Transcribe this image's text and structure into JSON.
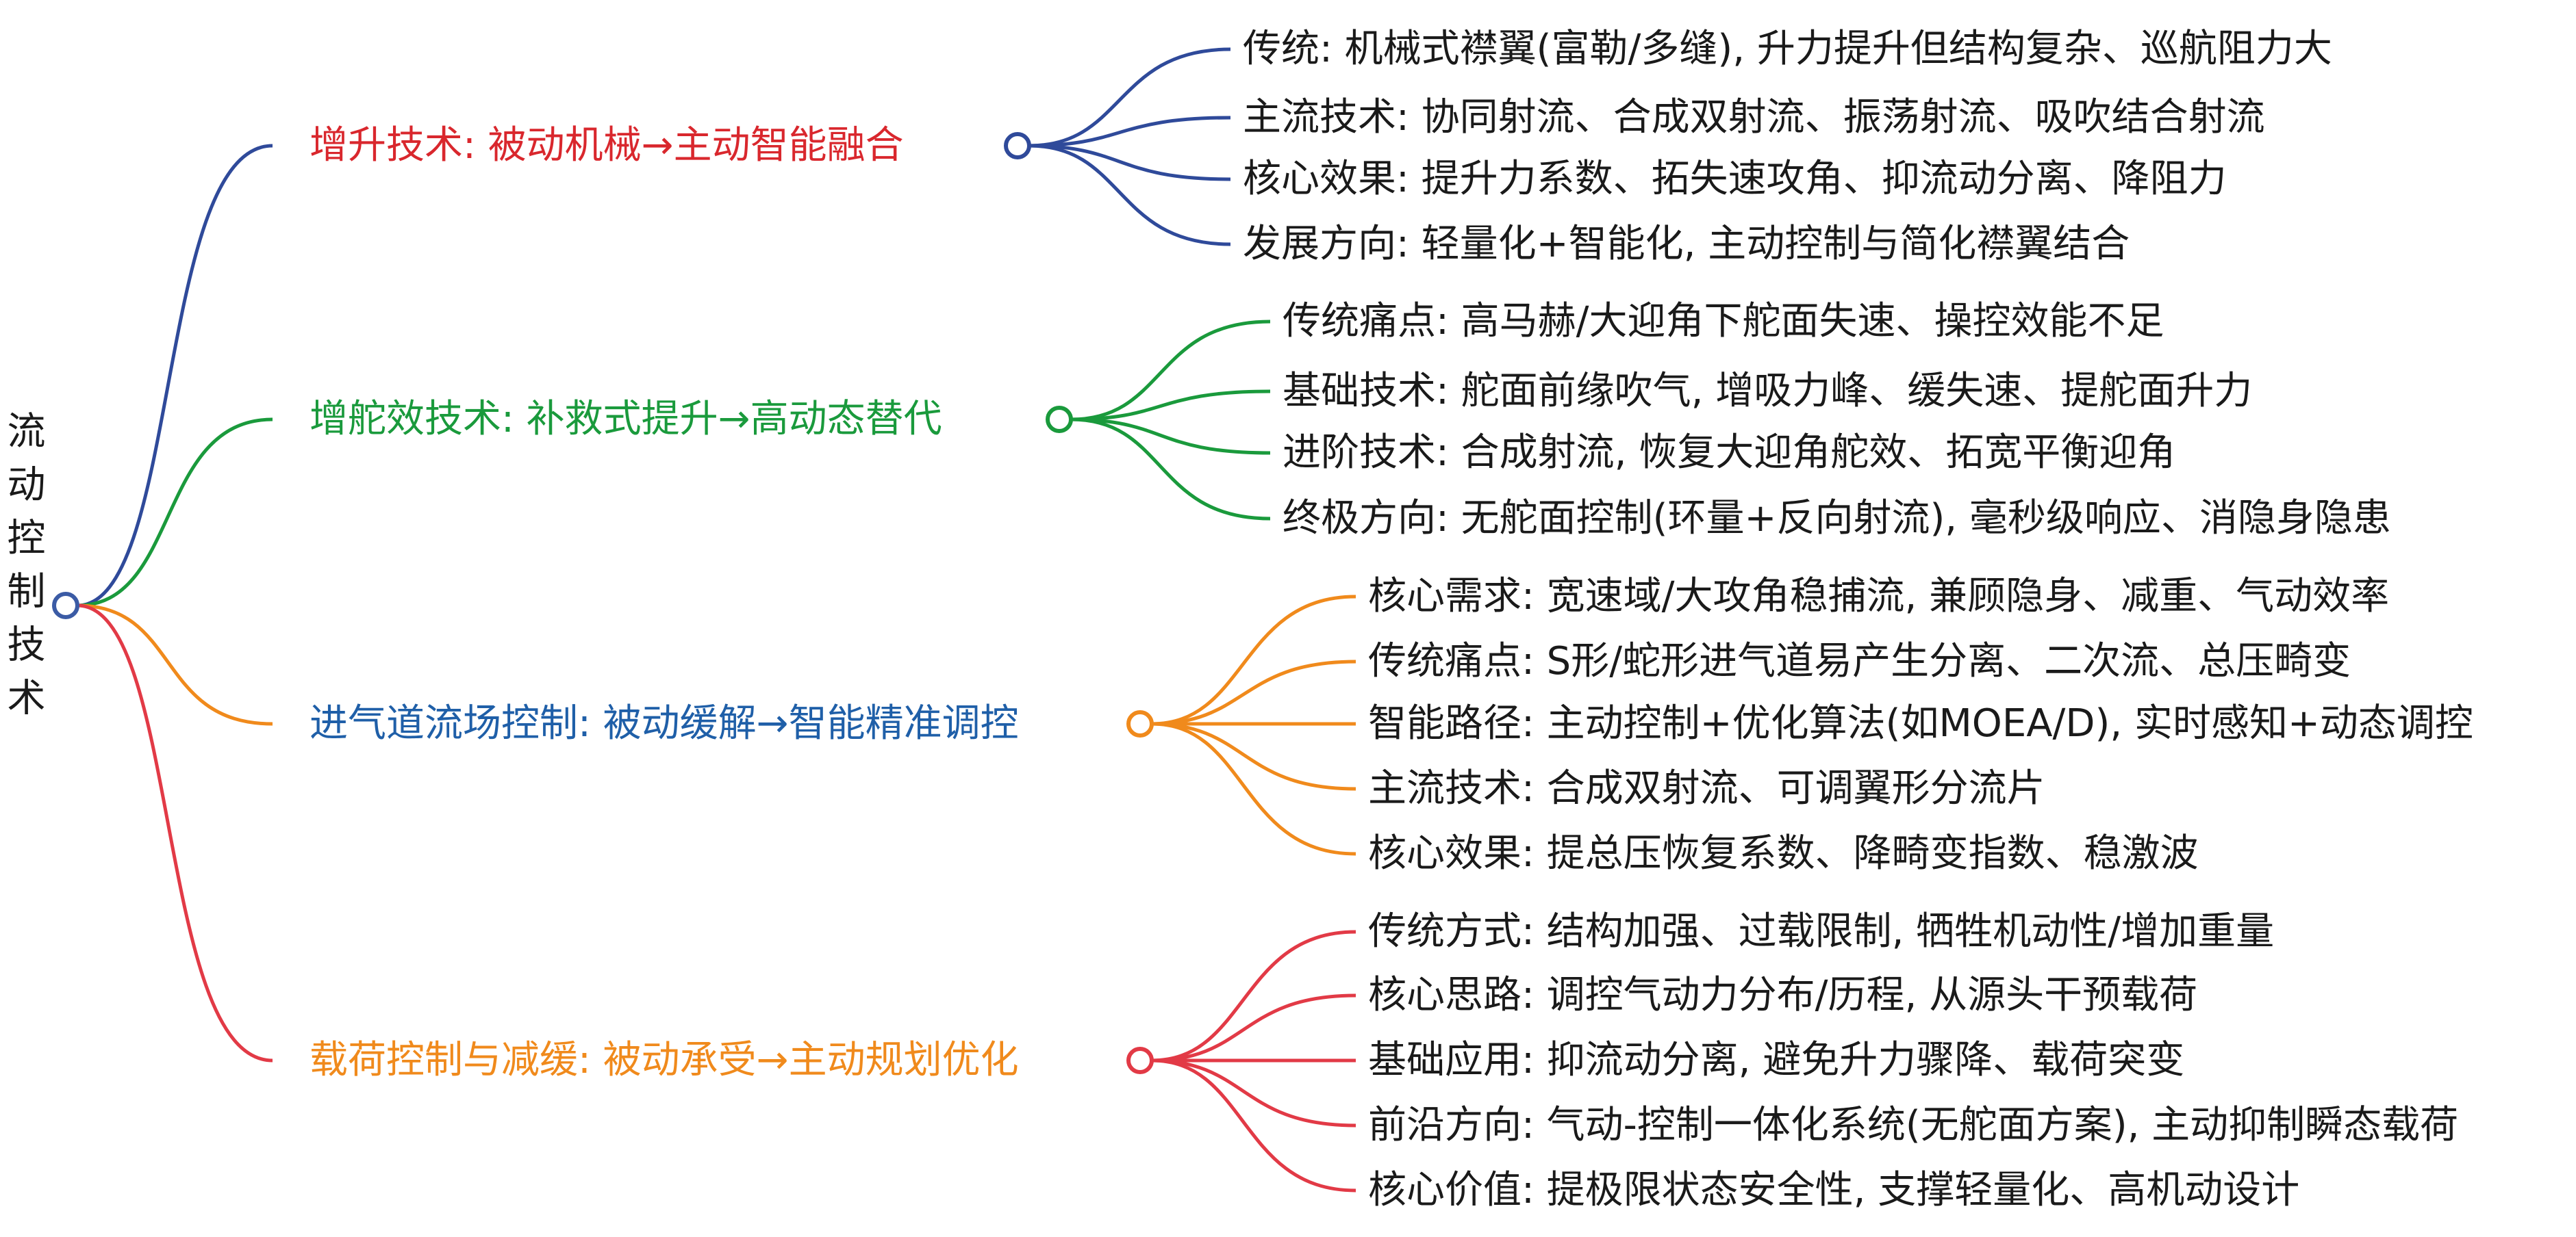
{
  "root": {
    "label": "流动控制技术",
    "color": "#3b5ba5"
  },
  "branches": [
    {
      "label": "增升技术: 被动机械→主动智能融合",
      "text_color": "#d9272d",
      "line_color": "#2f4a9a",
      "items": [
        "传统: 机械式襟翼(富勒/多缝), 升力提升但结构复杂、巡航阻力大",
        "主流技术: 协同射流、合成双射流、振荡射流、吸吹结合射流",
        "核心效果: 提升力系数、拓失速攻角、抑流动分离、降阻力",
        "发展方向: 轻量化+智能化, 主动控制与简化襟翼结合"
      ]
    },
    {
      "label": "增舵效技术: 补救式提升→高动态替代",
      "text_color": "#1a9a3c",
      "line_color": "#1a9a3c",
      "items": [
        "传统痛点: 高马赫/大迎角下舵面失速、操控效能不足",
        "基础技术: 舵面前缘吹气, 增吸力峰、缓失速、提舵面升力",
        "进阶技术: 合成射流, 恢复大迎角舵效、拓宽平衡迎角",
        "终极方向: 无舵面控制(环量+反向射流), 毫秒级响应、消隐身隐患"
      ]
    },
    {
      "label": "进气道流场控制: 被动缓解→智能精准调控",
      "text_color": "#1f5fa8",
      "line_color": "#f08a1c",
      "items": [
        "核心需求: 宽速域/大攻角稳捕流, 兼顾隐身、减重、气动效率",
        "传统痛点: S形/蛇形进气道易产生分离、二次流、总压畸变",
        "智能路径: 主动控制+优化算法(如MOEA/D), 实时感知+动态调控",
        "主流技术: 合成双射流、可调翼形分流片",
        "核心效果: 提总压恢复系数、降畸变指数、稳激波"
      ]
    },
    {
      "label": "载荷控制与减缓: 被动承受→主动规划优化",
      "text_color": "#f08a1c",
      "line_color": "#e23a46",
      "items": [
        "传统方式: 结构加强、过载限制, 牺牲机动性/增加重量",
        "核心思路: 调控气动力分布/历程, 从源头干预载荷",
        "基础应用: 抑流动分离, 避免升力骤降、载荷突变",
        "前沿方向: 气动-控制一体化系统(无舵面方案), 主动抑制瞬态载荷",
        "核心价值: 提极限状态安全性, 支撑轻量化、高机动设计"
      ]
    }
  ]
}
